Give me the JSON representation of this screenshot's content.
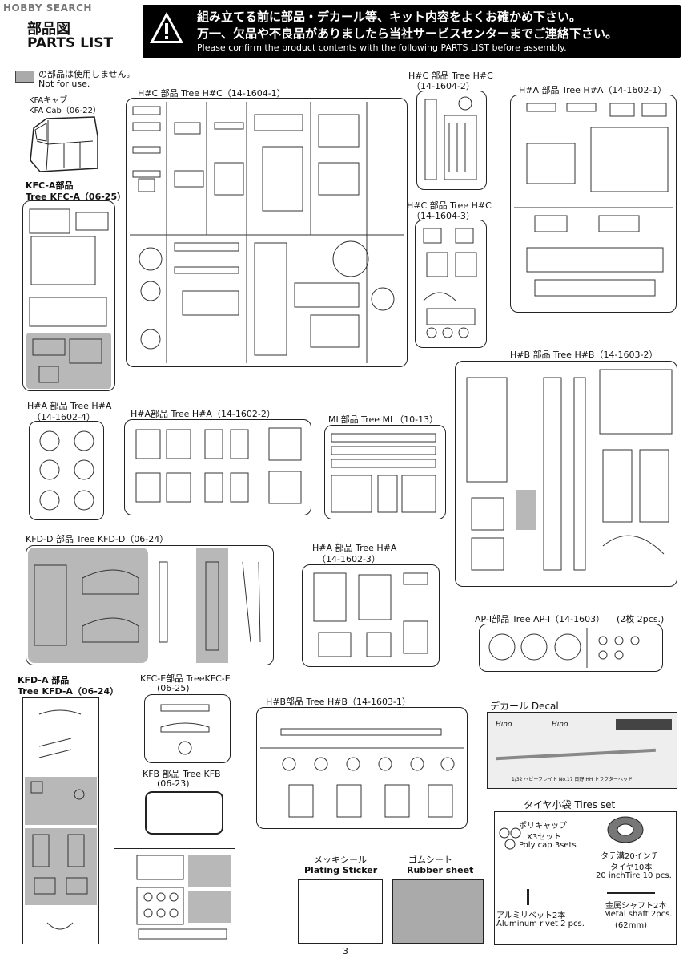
{
  "watermark": "HOBBY SEARCH",
  "header": {
    "title_jp": "部品図",
    "title_en": "PARTS LIST",
    "warning_line1": "組み立てる前に部品・デカール等、キット内容をよくお確かめ下さい。",
    "warning_line2": "万一、欠品や不良品がありましたら当社サービスセンターまでご連絡下さい。",
    "warning_line3": "Please confirm the product contents with the following PARTS LIST before assembly."
  },
  "legend": {
    "jp": "の部品は使用しません。",
    "en": "Not for use."
  },
  "cab": {
    "jp": "KFAキャブ",
    "en": "KFA Cab（06-22）"
  },
  "trees": {
    "hc1": {
      "label": "H#C 部品 Tree H#C（14-1604-1）"
    },
    "hc2": {
      "label1": "H#C 部品 Tree H#C",
      "label2": "（14-1604-2）"
    },
    "hc3": {
      "label1": "H#C 部品 Tree H#C",
      "label2": "（14-1604-3）"
    },
    "ha1": {
      "label": "H#A 部品 Tree H#A（14-1602-1）"
    },
    "kfca": {
      "label1": "KFC-A部品",
      "label2": "Tree KFC-A（06-25）"
    },
    "hb2": {
      "label": "H#B 部品 Tree H#B（14-1603-2）"
    },
    "ha4": {
      "label1": "H#A 部品 Tree H#A",
      "label2": "（14-1602-4）"
    },
    "ha2": {
      "label": "H#A部品 Tree H#A（14-1602-2）"
    },
    "ml": {
      "label": "ML部品 Tree ML（10-13）"
    },
    "kfdd": {
      "label": "KFD-D 部品 Tree KFD-D（06-24）"
    },
    "ha3": {
      "label1": "H#A 部品 Tree H#A",
      "label2": "（14-1602-3）"
    },
    "api": {
      "label": "AP-I部品 Tree AP-I（14-1603）",
      "qty": "(2枚 2pcs.)"
    },
    "kfda": {
      "label1": "KFD-A 部品",
      "label2": "Tree KFD-A（06-24）"
    },
    "kfce": {
      "label1": "KFC-E部品 TreeKFC-E",
      "label2": "(06-25)"
    },
    "hb1": {
      "label": "H#B部品 Tree H#B（14-1603-1）"
    },
    "kfb": {
      "label1": "KFB 部品 Tree KFB",
      "label2": "(06-23)"
    }
  },
  "decal": {
    "label": "デカール Decal",
    "brand1": "Hino",
    "brand2": "Hino",
    "footer": "1/32 ヘビーフレイト No.17 日野 HH トラクターヘッド"
  },
  "plating": {
    "jp": "メッキシール",
    "en": "Plating Sticker"
  },
  "rubber": {
    "jp": "ゴムシート",
    "en": "Rubber sheet"
  },
  "tires": {
    "title": "タイヤ小袋 Tires set",
    "polycap_jp": "ポリキャップ",
    "polycap_jp2": "X3セット",
    "polycap_en": "Poly cap 3sets",
    "tire_jp": "タテ溝20インチ",
    "tire_jp2": "タイヤ10本",
    "tire_en": "20 inchTire 10 pcs.",
    "rivet_jp": "アルミリベット2本",
    "rivet_en": "Aluminum rivet 2 pcs.",
    "shaft_jp": "金属シャフト2本",
    "shaft_en": "Metal shaft 2pcs.",
    "shaft_len": "(62mm)"
  },
  "page_number": "3"
}
